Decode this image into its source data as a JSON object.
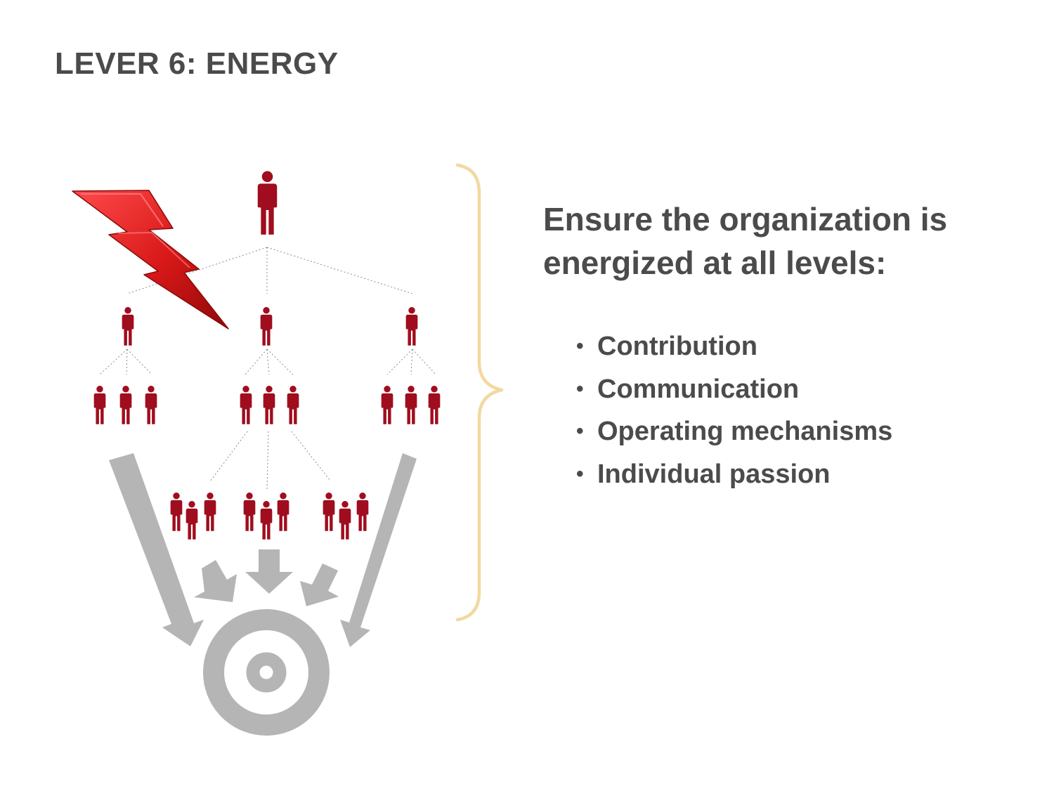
{
  "slide": {
    "title": "LEVER 6: ENERGY"
  },
  "headline": {
    "line1": "Ensure the organization is",
    "line2": "energized at all levels:"
  },
  "bullets": {
    "marker": "•",
    "items": [
      "Contribution",
      "Communication",
      "Operating mechanisms",
      "Individual passion"
    ]
  },
  "colors": {
    "text": "#4b4b4b",
    "person": "#a00d1e",
    "arrow": "#b5b5b5",
    "target": "#b5b5b5",
    "brace": "#f2d9a0",
    "lightning": "#d91e1e"
  },
  "icons": {
    "lightning": "lightning-bolt-icon",
    "person": "person-icon",
    "target": "target-icon",
    "brace": "curly-brace-icon"
  }
}
